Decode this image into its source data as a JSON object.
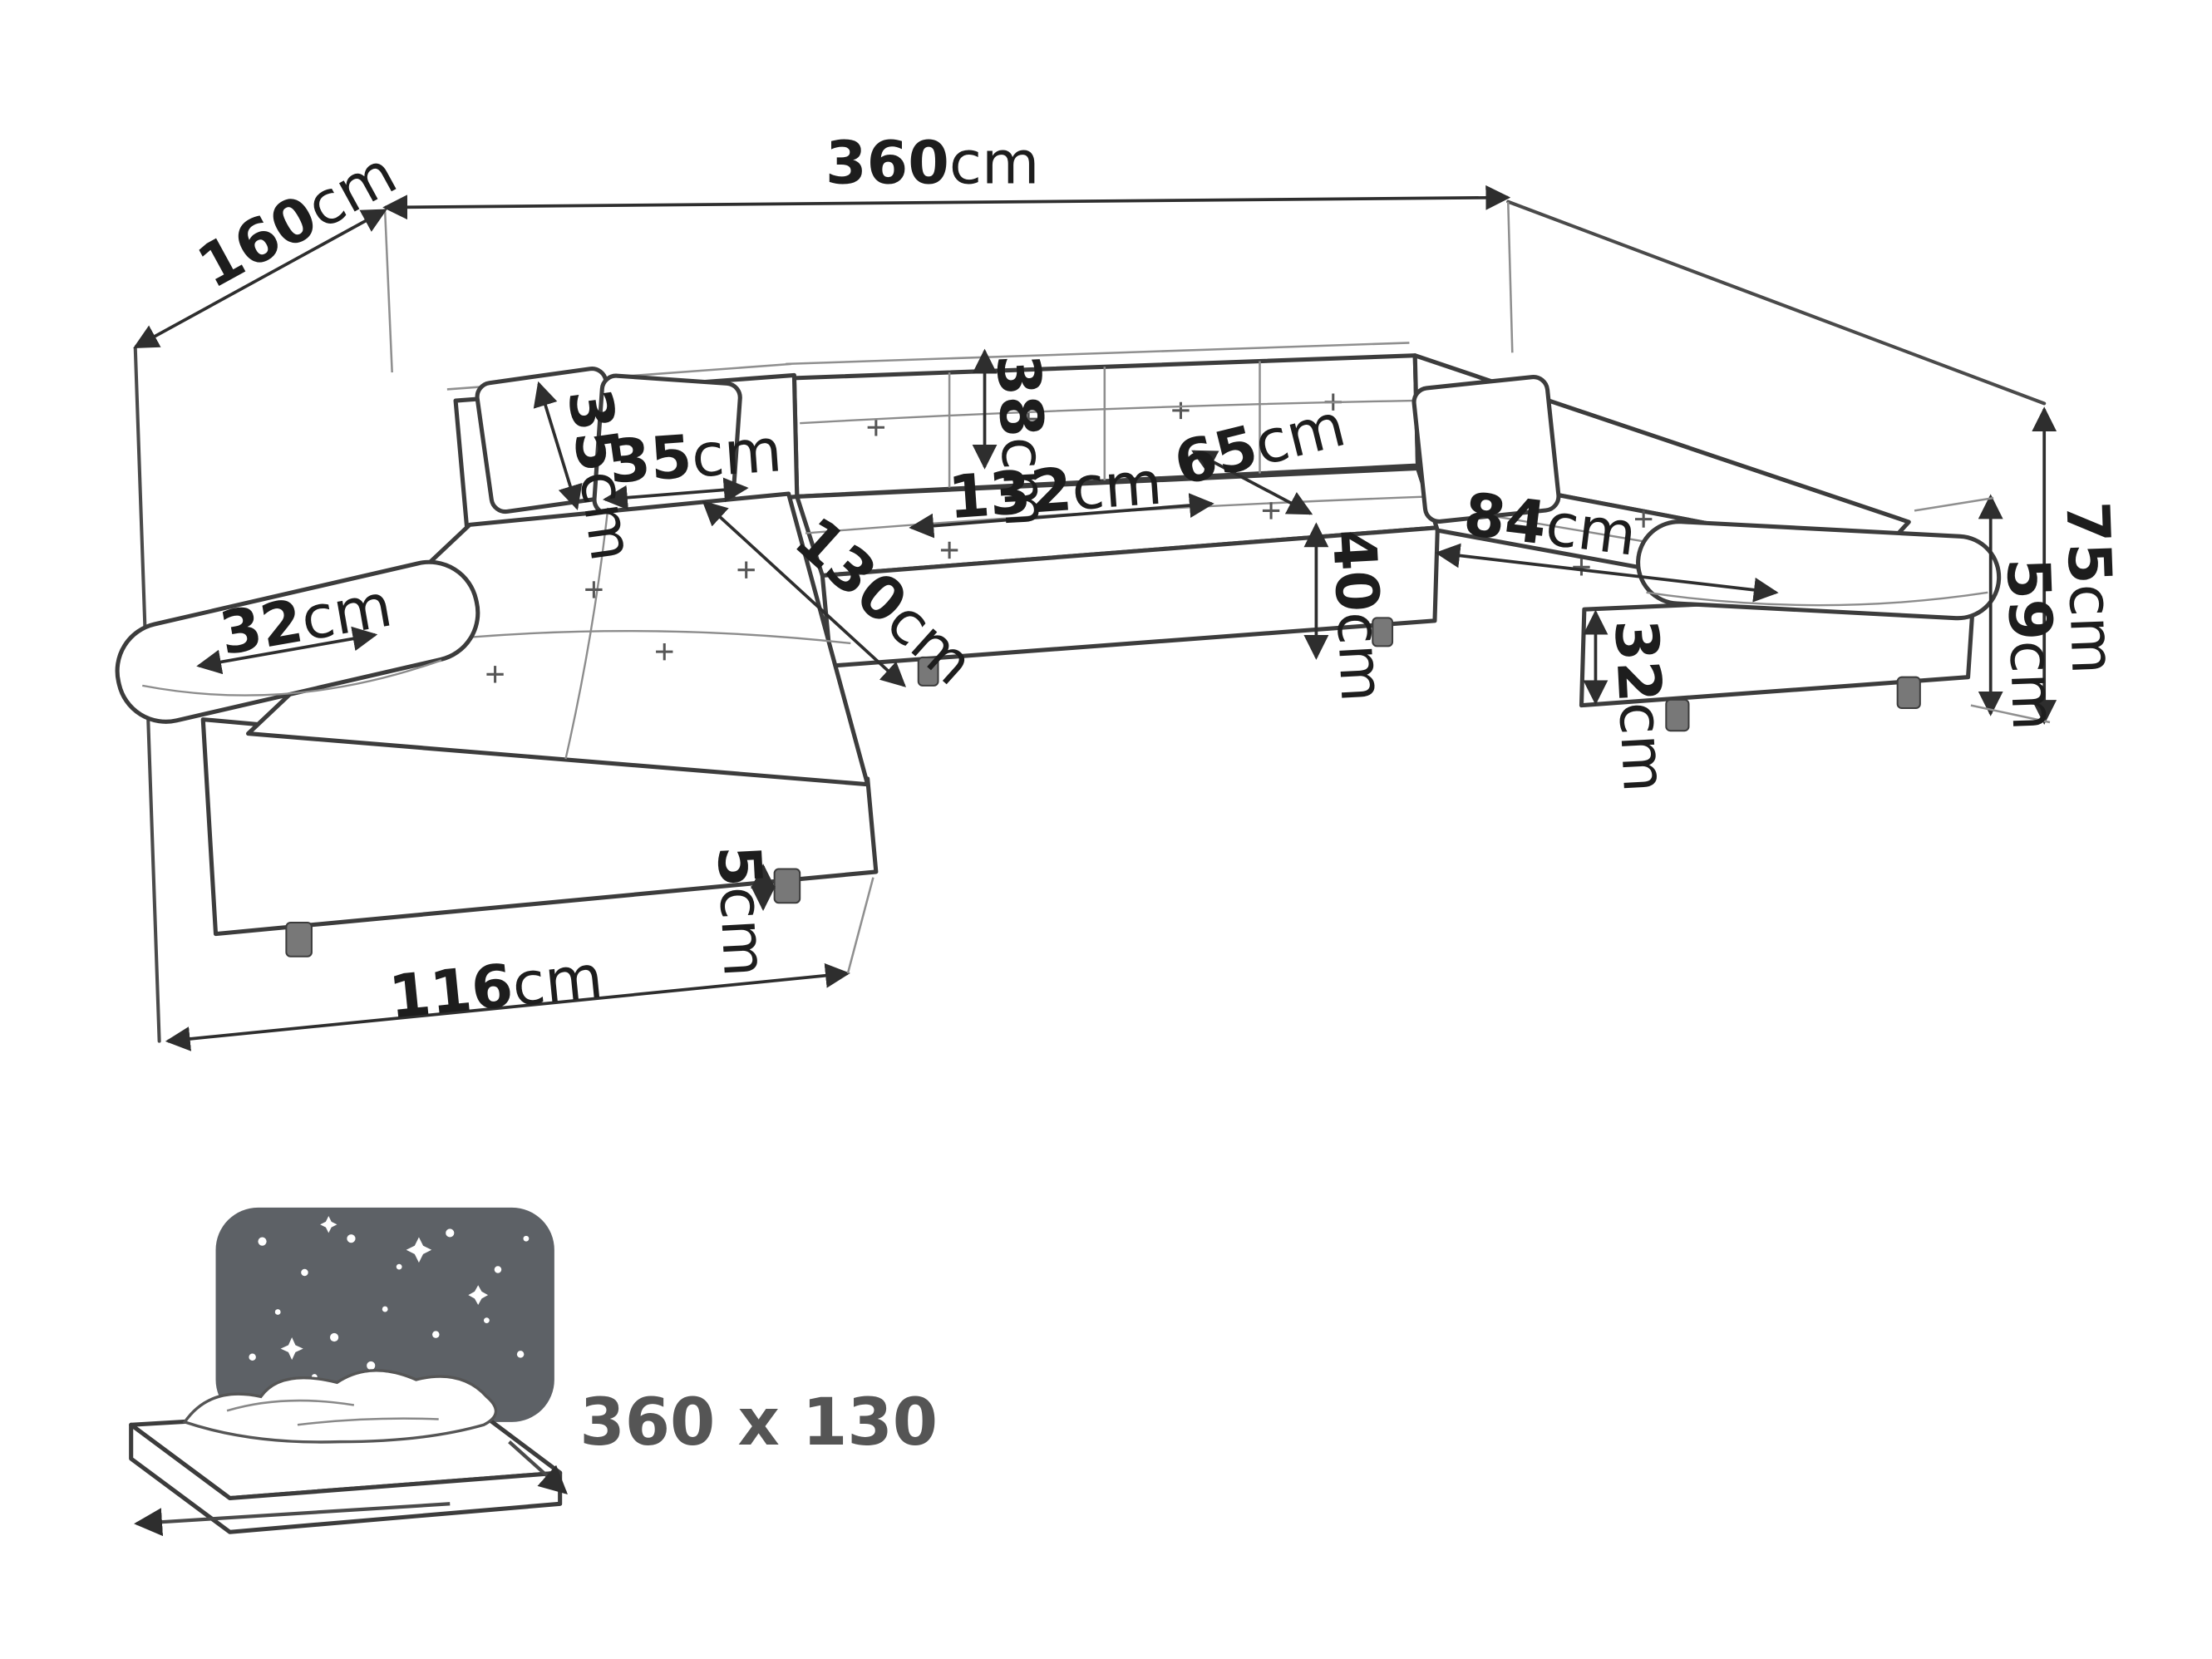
{
  "page": {
    "background": "#ffffff"
  },
  "diagram": {
    "type": "furniture-dimension-drawing",
    "subject": "u-shaped-corner-sofa",
    "colors": {
      "line": "#3c3c3c",
      "dimension_line": "#2e2e2e",
      "label": "#1d1d1d",
      "night_panel": "#5d6166",
      "legs": "#787878",
      "sleep_label": "#555555"
    },
    "dimensions": {
      "total_width": {
        "value": "360",
        "unit": "cm"
      },
      "total_depth_left": {
        "value": "160",
        "unit": "cm"
      },
      "back_cushion_height": {
        "value": "38",
        "unit": "cm"
      },
      "pillow_width_a": {
        "value": "35",
        "unit": "cm"
      },
      "pillow_width_b": {
        "value": "35",
        "unit": "cm"
      },
      "seat_depth": {
        "value": "65",
        "unit": "cm"
      },
      "middle_seat_width": {
        "value": "132",
        "unit": "cm"
      },
      "right_seat_length": {
        "value": "84",
        "unit": "cm"
      },
      "back_height": {
        "value": "75",
        "unit": "cm"
      },
      "armrest_height": {
        "value": "59",
        "unit": "cm"
      },
      "left_chaise_length": {
        "value": "130",
        "unit": "cm"
      },
      "left_armrest_width": {
        "value": "32",
        "unit": "cm"
      },
      "seat_height": {
        "value": "40",
        "unit": "cm"
      },
      "right_front_height": {
        "value": "32",
        "unit": "cm"
      },
      "leg_height": {
        "value": "5",
        "unit": "cm"
      },
      "left_section_width": {
        "value": "116",
        "unit": "cm"
      }
    },
    "sleeping_function": {
      "icon": "bed-with-stars-icon",
      "size_label": "360 x 130"
    }
  }
}
